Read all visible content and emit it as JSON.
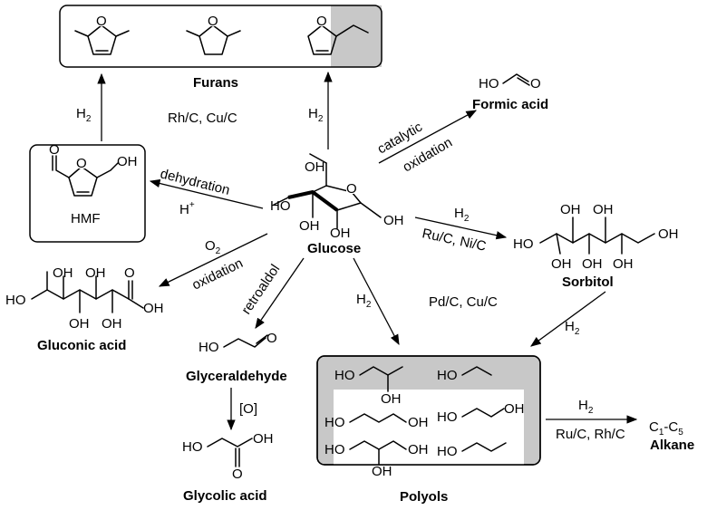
{
  "compounds": {
    "furans": "Furans",
    "formic_acid_main": "Formic",
    "formic_acid_suffix": "acid",
    "glucose": "Glucose",
    "sorbitol": "Sorbitol",
    "gluconic_main": "Gluconic",
    "gluconic_suffix": "acid",
    "glyceraldehyde": "Glyceraldehyde",
    "glycolic_main": "Glycolic",
    "glycolic_suffix": "acid",
    "polyols": "Polyols",
    "alkane": "Alkane",
    "hmf": "HMF"
  },
  "alkane_range": {
    "c1": "C",
    "s1": "1",
    "dash": "-C",
    "s2": "5"
  },
  "reagents": {
    "h2": "H",
    "h2_sub": "2",
    "rh_cu": "Rh/C, Cu/C",
    "catalytic": "catalytic",
    "oxidation": "oxidation",
    "dehydration": "dehydration",
    "h_plus": "H",
    "plus": "+",
    "o2": "O",
    "o2_sub": "2",
    "retroaldol": "retroaldol",
    "ru_ni": "Ru/C, Ni/C",
    "pd_cu": "Pd/C, Cu/C",
    "o_brackets": "[O]",
    "ru_rh": "Ru/C, Rh/C"
  },
  "atoms": {
    "o": "O",
    "oh": "OH",
    "ho": "HO"
  }
}
